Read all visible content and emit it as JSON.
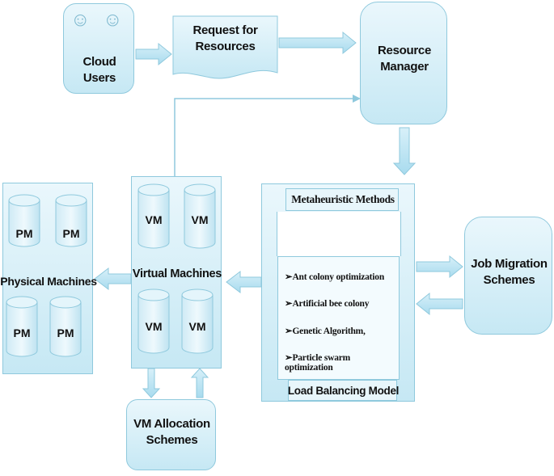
{
  "cloud_users": {
    "line1": "Cloud",
    "line2": "Users"
  },
  "request": {
    "line1": "Request for",
    "line2": "Resources"
  },
  "resource_manager": {
    "line1": "Resource",
    "line2": "Manager"
  },
  "physical_machines": {
    "title": "Physical Machines",
    "pm": [
      "PM",
      "PM",
      "PM",
      "PM"
    ]
  },
  "virtual_machines": {
    "title": "Virtual Machines",
    "vm": [
      "VM",
      "VM",
      "VM",
      "VM"
    ]
  },
  "metaheuristic": {
    "title": "Metaheuristic Methods"
  },
  "methods": [
    "Ant colony optimization",
    "Artificial bee colony",
    "Genetic Algorithm,",
    "Particle swarm optimization"
  ],
  "bullet": "➢",
  "load_balancing": {
    "title": "Load Balancing Model"
  },
  "job_migration": {
    "line1": "Job Migration",
    "line2": "Schemes"
  },
  "vm_allocation": {
    "line1": "VM Allocation",
    "line2": "Schemes"
  },
  "colors": {
    "fill_light": "#eaf7fc",
    "fill_dark": "#c6e8f4",
    "border": "#8fc9dd",
    "arrow": "#b3e1f1"
  }
}
